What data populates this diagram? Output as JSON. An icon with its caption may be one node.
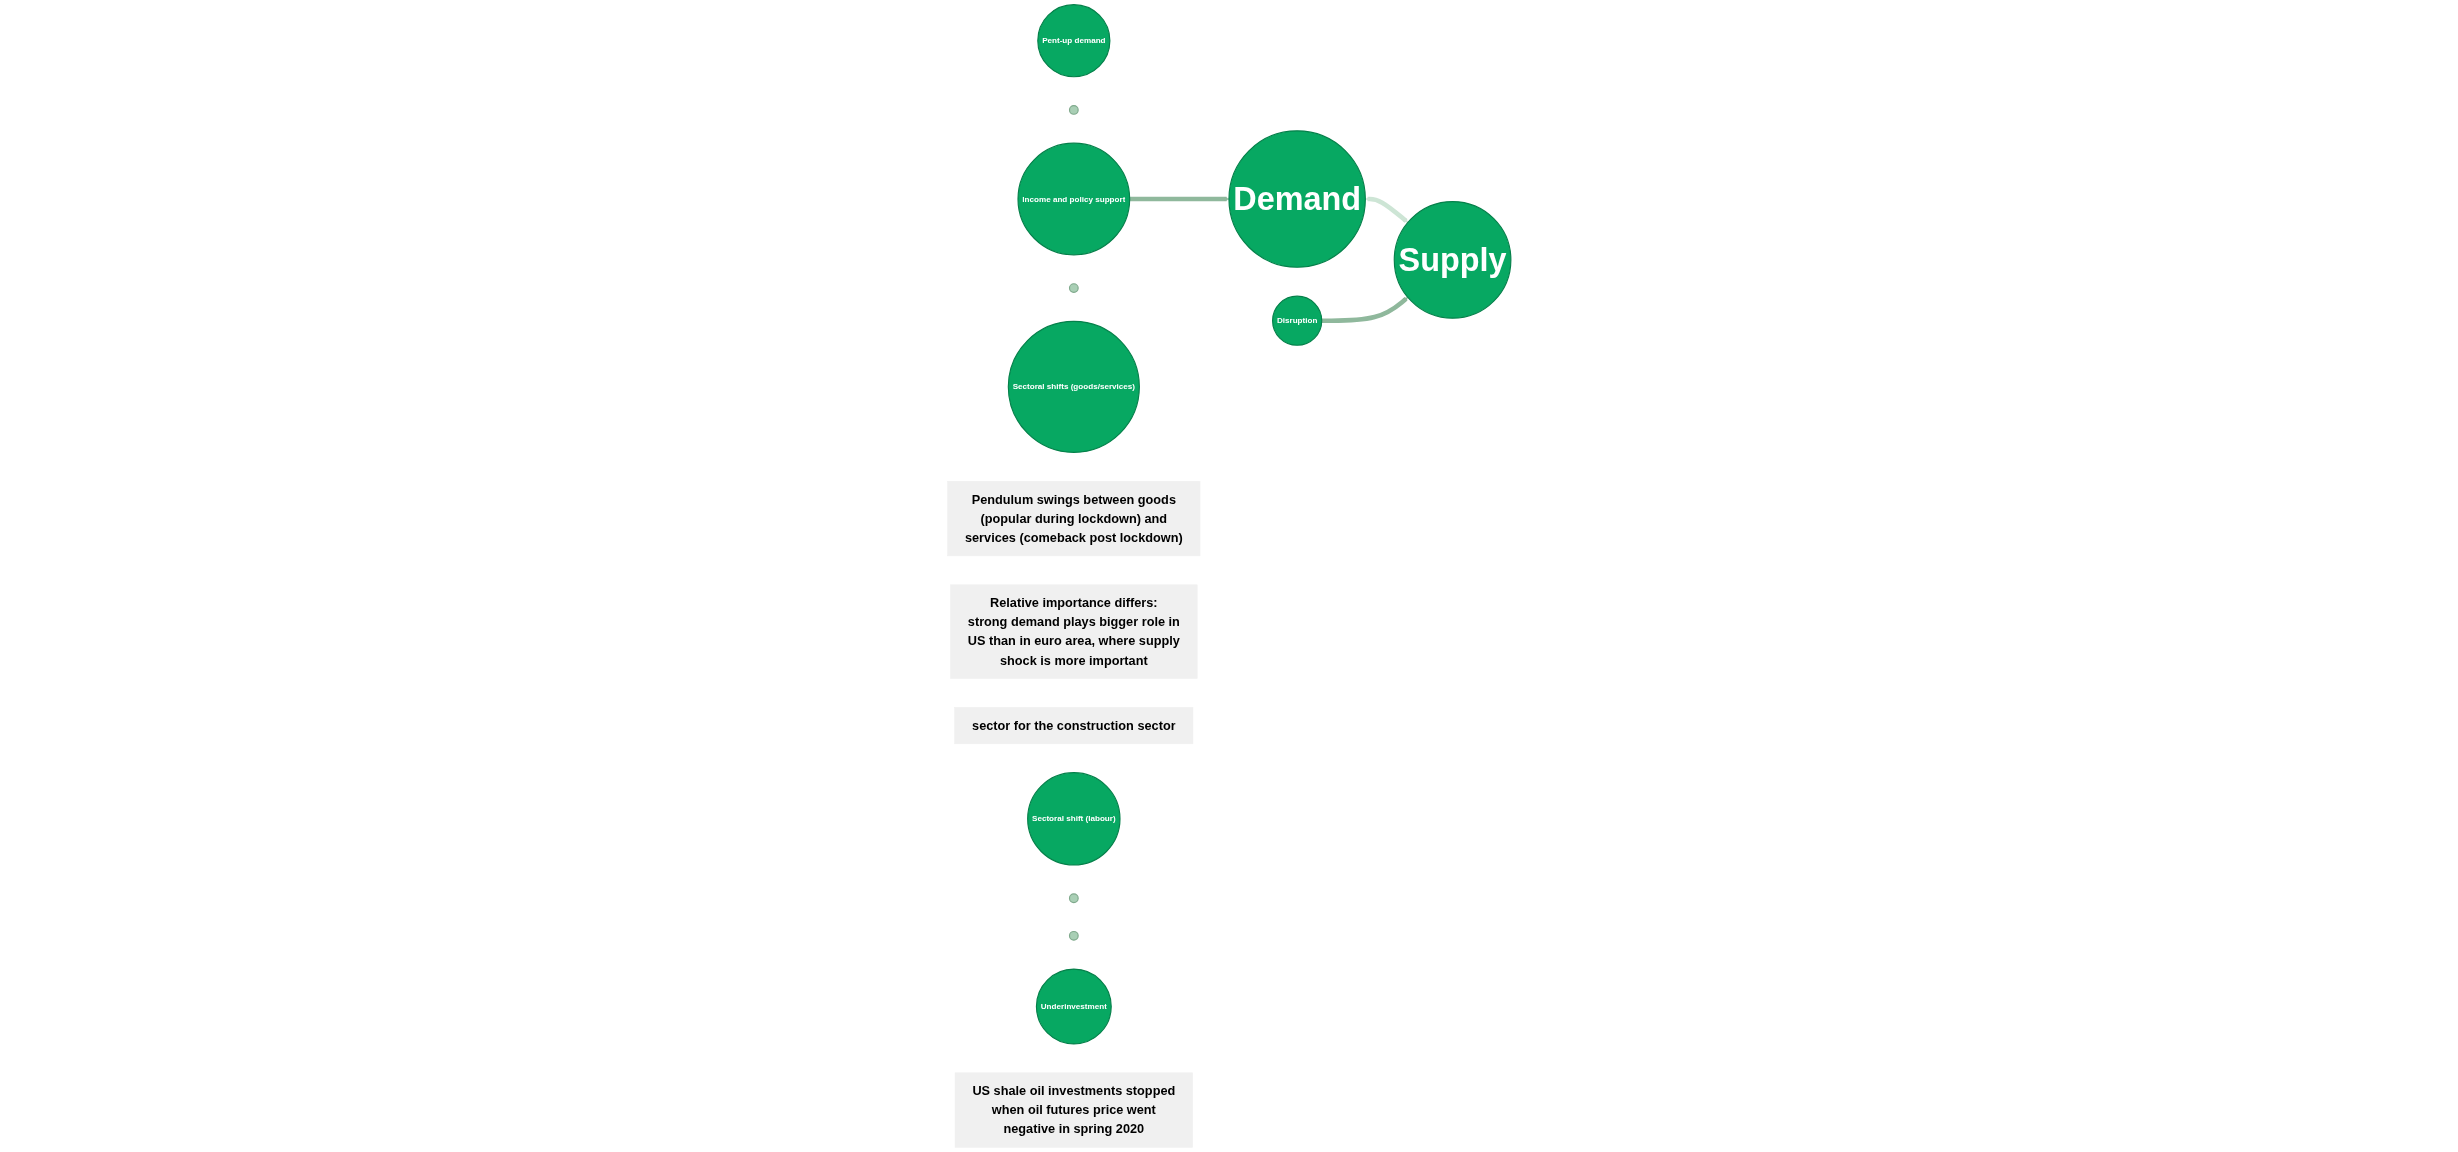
{
  "diagram": {
    "nodes": [
      {
        "text": [
          "Pent-up demand"
        ]
      },
      {
        "text": [],
        "shape": "plus"
      },
      {
        "text": [
          "Income and policy support"
        ]
      },
      {
        "text": [],
        "shape": "plus"
      },
      {
        "text": [
          "Sectoral shifts (goods/services)"
        ]
      },
      {
        "text": [
          "Pendulum swings between goods (popular during lockdown) and services (comeback post lockdown)"
        ]
      },
      {
        "text": [
          "Relative importance differs: strong demand plays bigger role in US than in euro area, where supply shock is more important"
        ]
      },
      {
        "text": [
          "Demand"
        ]
      },
      {
        "text": [
          "Supply"
        ]
      },
      {
        "text": [
          "sector for the construction sector"
        ]
      },
      {
        "text": [
          "Sectoral shift (labour)"
        ]
      },
      {
        "text": [],
        "shape": "plus"
      },
      {
        "text": [
          "Disruption"
        ]
      },
      {
        "text": [],
        "shape": "plus"
      },
      {
        "text": [
          "Underinvestment"
        ]
      },
      {
        "text": [
          "US shale oil investments stopped when oil futures price went negative in spring 2020"
        ]
      }
    ],
    "edges": [
      {
        "from": 2,
        "to": 7,
        "arrow": "to"
      },
      {
        "from": 7,
        "to": 8,
        "arrow": "both",
        "color": "#cde5d5"
      },
      {
        "from": 12,
        "to": 8,
        "arrow": "to"
      }
    ]
  }
}
